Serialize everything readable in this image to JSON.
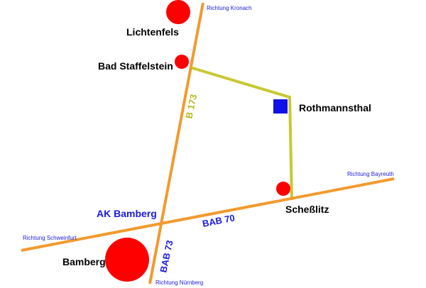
{
  "colors": {
    "road": "#f29a2e",
    "local_road": "#c8c832",
    "town": "#ff0000",
    "destination": "#1010e8",
    "highway_label": "#1a1ae0",
    "b173_label": "#b8b820",
    "direction_label": "#1a1ae0",
    "town_label": "#000000"
  },
  "icons": {
    "town": "red-circle",
    "destination": "blue-square"
  },
  "towns": {
    "lichtenfels": "Lichtenfels",
    "bad_staffelstein": "Bad Staffelstein",
    "rothmannsthal": "Rothmannsthal",
    "schesslitz": "Scheßlitz",
    "bamberg": "Bamberg"
  },
  "directions": {
    "kronach": "Richtung Kronach",
    "bayreuth": "Richtung Bayreuth",
    "schweinfurt": "Richtung Schweinfurt",
    "nuernberg": "Richtung Nürnberg"
  },
  "roads": {
    "b173": "B 173",
    "bab70": "BAB 70",
    "bab73": "BAB 73",
    "ak_bamberg": "AK Bamberg"
  }
}
